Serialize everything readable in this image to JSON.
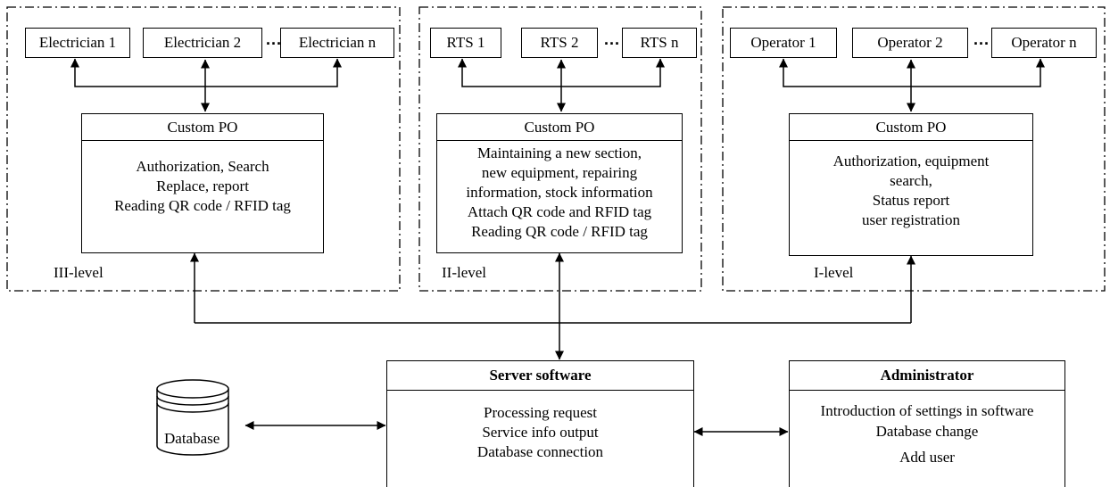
{
  "groups": [
    {
      "workers": [
        "Electrician 1",
        "Electrician 2",
        "Electrician n"
      ],
      "ellipsis": "...",
      "po_title": "Custom PO",
      "po_lines": [
        "Authorization, Search",
        "Replace, report",
        "Reading QR code / RFID tag"
      ],
      "level": "III-level"
    },
    {
      "workers": [
        "RTS 1",
        "RTS 2",
        "RTS n"
      ],
      "ellipsis": "...",
      "po_title": "Custom PO",
      "po_lines": [
        "Maintaining a new section,",
        "new equipment, repairing",
        "information, stock information",
        "Attach QR code and RFID tag",
        "Reading QR code / RFID tag"
      ],
      "level": "II-level"
    },
    {
      "workers": [
        "Operator 1",
        "Operator 2",
        "Operator n"
      ],
      "ellipsis": "...",
      "po_title": "Custom PO",
      "po_lines": [
        "Authorization, equipment",
        "search,",
        "Status report",
        "user registration"
      ],
      "level": "I-level"
    }
  ],
  "server": {
    "title": "Server software",
    "lines": [
      "Processing request",
      "Service info output",
      "Database connection"
    ]
  },
  "administrator": {
    "title": "Administrator",
    "lines": [
      "Introduction of settings in software",
      "Database change",
      "Add user"
    ]
  },
  "database": {
    "label": "Database"
  }
}
